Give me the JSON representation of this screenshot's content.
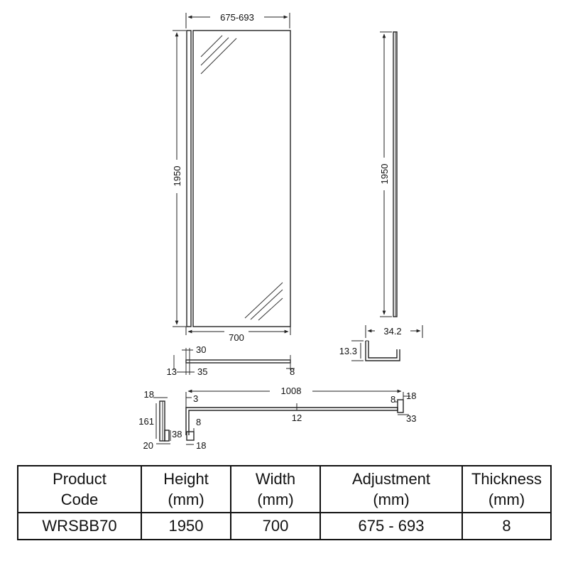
{
  "dimensions": {
    "panel_width_adjust": "675-693",
    "panel_height_front": "1950",
    "panel_height_side": "1950",
    "panel_width": "700",
    "channel_width": "34.2",
    "channel_height": "13.3",
    "plan_30": "30",
    "plan_13": "13",
    "plan_35": "35",
    "plan_8": "8",
    "arm_length": "1008",
    "arm_3": "3",
    "arm_18_right": "18",
    "arm_8_right": "8",
    "arm_12": "12",
    "arm_33": "33",
    "arm_8_left": "8",
    "arm_18_bottom": "18",
    "bracket_18": "18",
    "bracket_161": "161",
    "bracket_38": "38",
    "bracket_20": "20"
  },
  "table": {
    "headers": [
      {
        "line1": "Product",
        "line2": "Code"
      },
      {
        "line1": "Height",
        "line2": "(mm)"
      },
      {
        "line1": "Width",
        "line2": "(mm)"
      },
      {
        "line1": "Adjustment",
        "line2": "(mm)"
      },
      {
        "line1": "Thickness",
        "line2": "(mm)"
      }
    ],
    "row": [
      "WRSBB70",
      "1950",
      "700",
      "675 - 693",
      "8"
    ]
  }
}
